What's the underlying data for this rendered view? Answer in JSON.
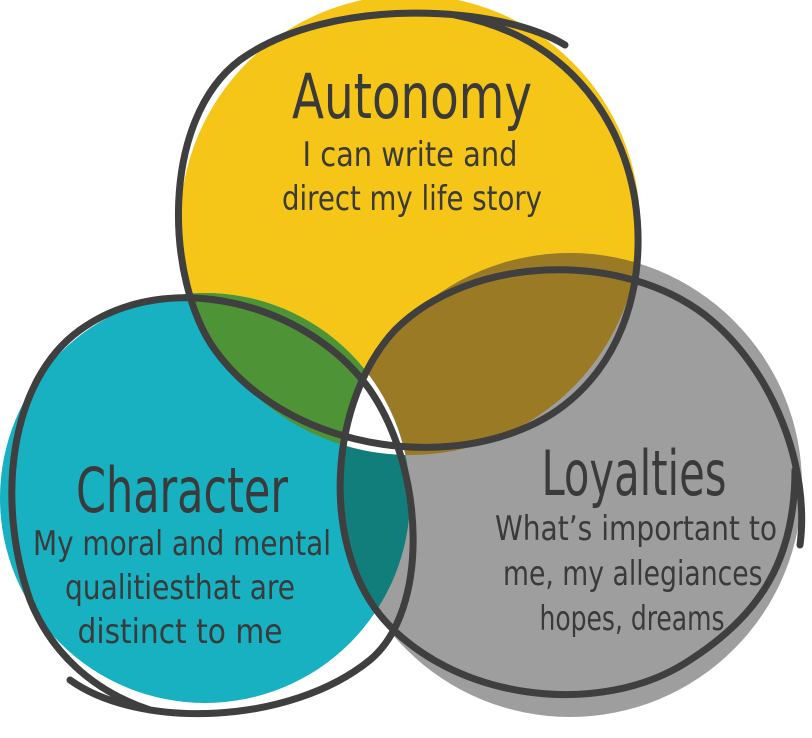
{
  "colors": {
    "autonomy": "#f5c518",
    "character": "#17b1c2",
    "loyalties": "#9e9e9e",
    "autonomy_character": "#4e9436",
    "autonomy_loyalties": "#9a7a24",
    "character_loyalties": "#127e7c",
    "center": "#ffffff",
    "outline": "#3f3f3f"
  },
  "circles": {
    "autonomy": {
      "title": "Autonomy",
      "description": [
        "I can write and",
        "direct my life story"
      ]
    },
    "character": {
      "title": "Character",
      "description": [
        "My moral and mental",
        "qualitiesthat are",
        "distinct to me"
      ]
    },
    "loyalties": {
      "title": "Loyalties",
      "description": [
        "What’s important to",
        "me, my allegiances,",
        "hopes, dreams"
      ]
    }
  }
}
